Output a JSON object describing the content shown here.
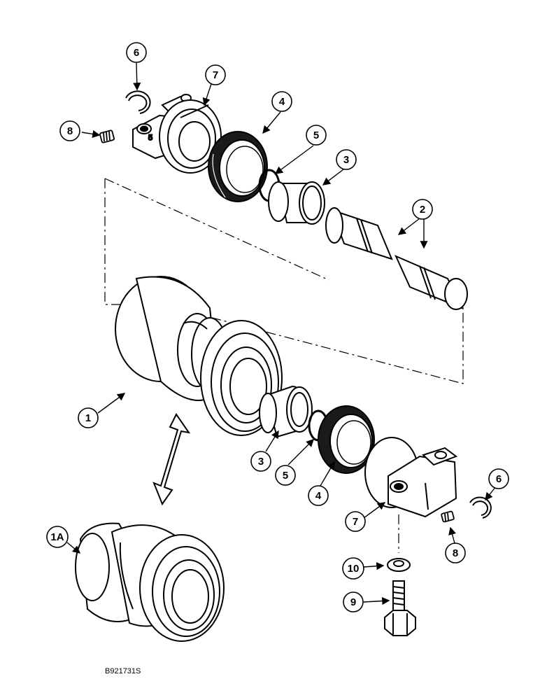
{
  "callouts": {
    "c6a": "6",
    "c7a": "7",
    "c8a": "8",
    "c4a": "4",
    "c5a": "5",
    "c3a": "3",
    "c2": "2",
    "c1": "1",
    "c3b": "3",
    "c5b": "5",
    "c4b": "4",
    "c6b": "6",
    "c7b": "7",
    "c8b": "8",
    "c10": "10",
    "c9": "9",
    "c1a": "1A"
  },
  "figure_ref": "B921731S",
  "colors": {
    "ink": "#000000",
    "paper": "#ffffff",
    "seal": "#1a1a1a"
  }
}
